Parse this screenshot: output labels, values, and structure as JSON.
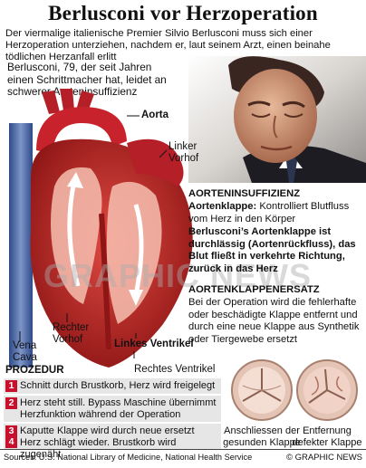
{
  "title": "Berlusconi vor Herzoperation",
  "subtitle": "Der viermalige italienische Premier Silvio Berlusconi  muss sich einer Herzoperation unterziehen, nachdem er, laut seinem Arzt, einen beinahe tödlichen Herzanfall erlitt",
  "intro": "Berlusconi, 79, der seit Jahren einen Schrittmacher hat, leidet an schwerer Aorteninsuffizienz",
  "labels": {
    "aorta": "Aorta",
    "linker_vorhof": "Linker\nVorhof",
    "vena_cava": "Vena\nCava",
    "rechter_vorhof": "Rechter\nVorhof",
    "linkes_ventrikel": "Linkes Ventrikel",
    "rechtes_ventrikel": "Rechtes Ventrikel"
  },
  "insuff": {
    "heading": "AORTENINSUFFIZIENZ",
    "klappe_bold": "Aortenklappe:",
    "klappe_text": " Kontrolliert Blutfluss vom Herz in den Körper",
    "defect": "Berlusconi’s Aortenklappe ist durchlässig (Aortenrückfluss), das Blut fließt in verkehrte Richtung, zurück in das Herz"
  },
  "ersatz": {
    "heading": "AORTENKLAPPENERSATZ",
    "text": "Bei der Operation wird die fehlerhafte oder beschädigte Klappe entfernt und durch eine neue Klappe aus Synthetik oder Tiergewebe ersetzt"
  },
  "watermark": "GRAPHIC NEWS",
  "procedure": {
    "title": "PROZEDUR",
    "steps": [
      {
        "num": "1",
        "text": "Schnitt durch Brustkorb, Herz wird freigelegt"
      },
      {
        "num": "2",
        "text": "Herz steht still. Bypass Maschine übernimmt Herzfunktion während der Operation"
      },
      {
        "num": "3",
        "text": "Kaputte Klappe wird durch neue ersetzt"
      },
      {
        "num": "4",
        "text": "Herz schlägt wieder. Brustkorb wird zugenäht"
      }
    ]
  },
  "valves": {
    "left_caption": "Anschliessen der gesunden Klappe",
    "right_caption": "Entfernung defekter Klappe"
  },
  "footer": {
    "sources": "Sources: U.S. National Library of Medicine, National Health Service",
    "credit": "© GRAPHIC NEWS"
  },
  "colors": {
    "accent": "#c8102e",
    "heart_dark": "#8e1616",
    "heart": "#c8232c",
    "vessel_blue": "#4a6aa8"
  }
}
